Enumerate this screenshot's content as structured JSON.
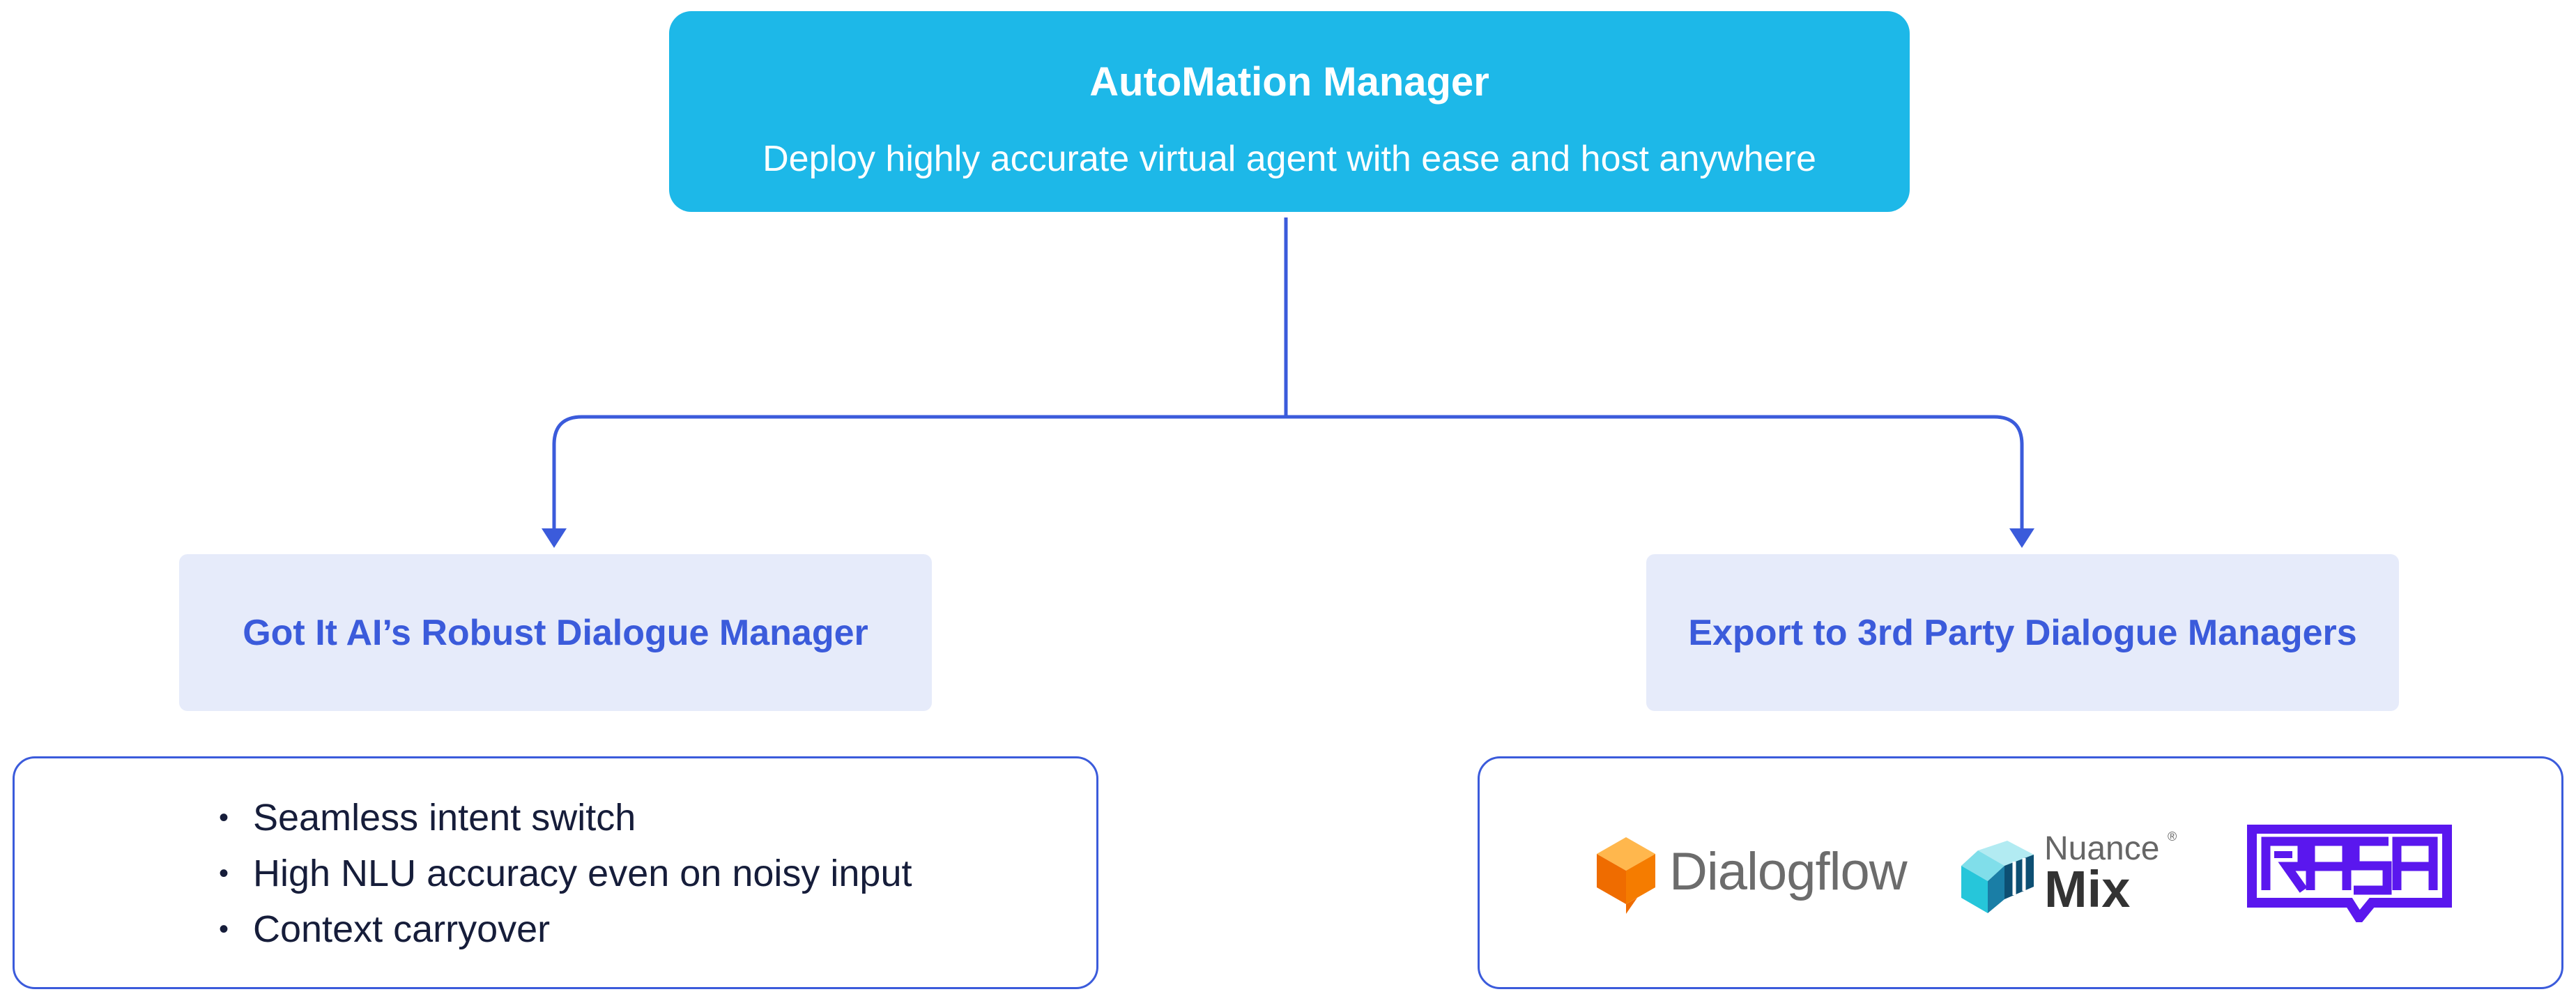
{
  "top": {
    "title": "AutoMation Manager",
    "subtitle": "Deploy highly accurate virtual agent with ease and host anywhere"
  },
  "left_branch": {
    "title": "Got It AI’s Robust Dialogue Manager",
    "features": [
      "Seamless intent switch",
      "High NLU accuracy even on noisy input",
      "Context carryover"
    ]
  },
  "right_branch": {
    "title": "Export to 3rd Party Dialogue Managers",
    "logos": {
      "dialogflow": "Dialogflow",
      "nuance_top": "Nuance",
      "nuance_reg": "®",
      "nuance_bottom": "Mix",
      "rasa": "RASA"
    }
  },
  "colors": {
    "top_box": "#1db8e8",
    "accent": "#3b5bdb",
    "mid_box_bg": "#e6ebfa",
    "dialogflow_orange": "#f57c00",
    "rasa_purple": "#5a17ee"
  }
}
